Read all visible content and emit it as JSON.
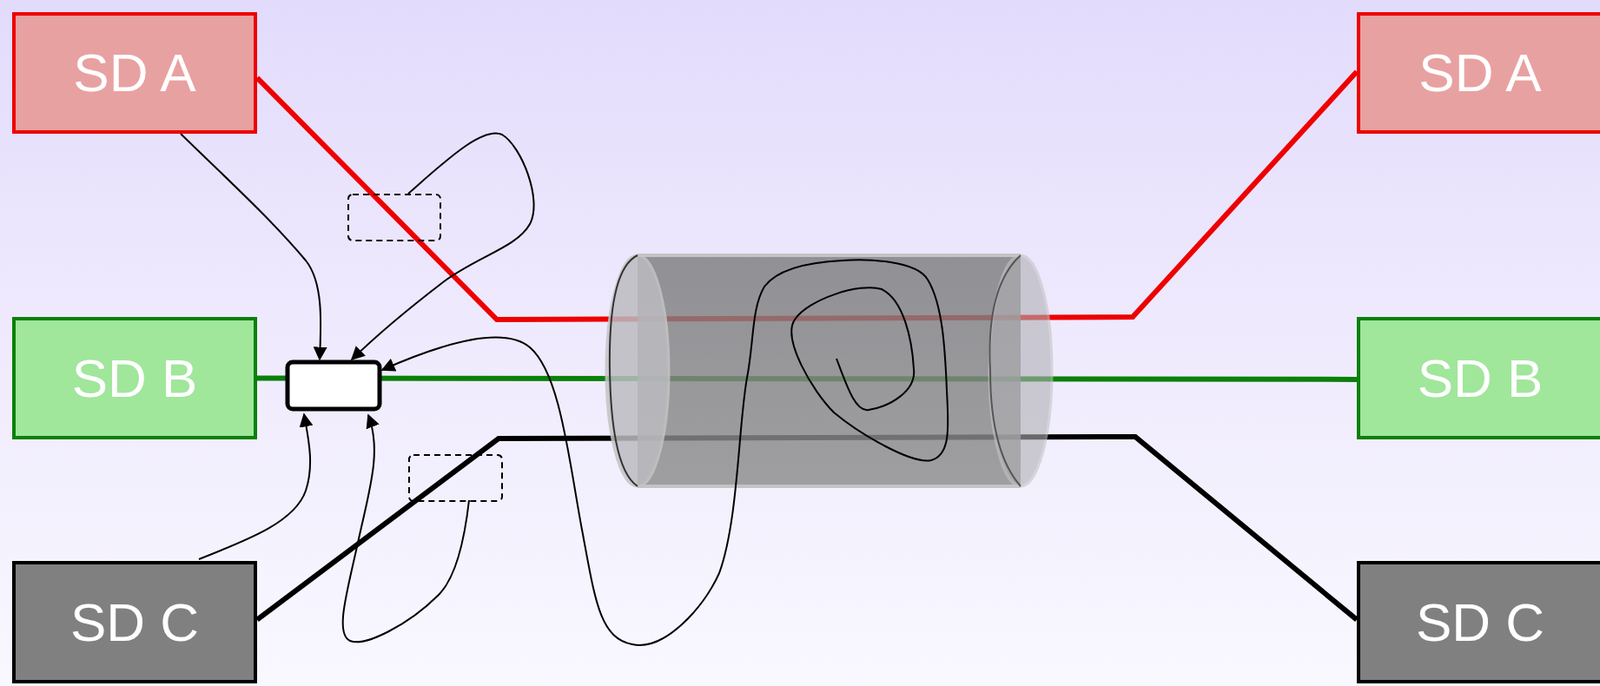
{
  "diagram": {
    "nodes": [
      {
        "text": [
          "SD A"
        ]
      },
      {
        "text": [
          "SD B"
        ]
      },
      {
        "text": [
          "SD C"
        ]
      },
      {
        "text": [
          "SD A"
        ]
      },
      {
        "text": [
          "SD B"
        ]
      },
      {
        "text": [
          "SD C"
        ]
      }
    ],
    "edges": [
      {
        "from": 0,
        "to": 3,
        "arrow": "none"
      },
      {
        "from": 1,
        "to": 4,
        "arrow": "none"
      },
      {
        "from": 2,
        "to": 5,
        "arrow": "none"
      }
    ]
  }
}
